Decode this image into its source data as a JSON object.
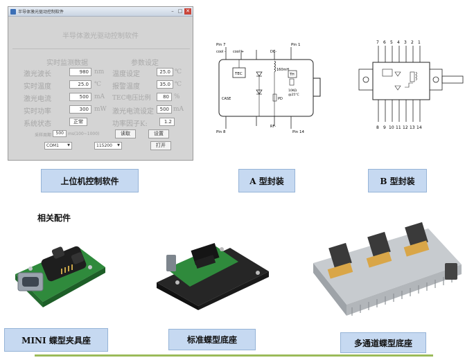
{
  "software": {
    "window_title": "半导体激光驱动控制软件",
    "heading": "半导体激光驱动控制软件",
    "monitor": {
      "title": "实时监测数据",
      "rows": [
        {
          "label": "激光波长",
          "value": "980",
          "unit": "nm"
        },
        {
          "label": "实时温度",
          "value": "25.0",
          "unit": "℃"
        },
        {
          "label": "激光电流",
          "value": "500",
          "unit": "mA"
        },
        {
          "label": "实时功率",
          "value": "300",
          "unit": "mW"
        },
        {
          "label": "系统状态",
          "value": "正常",
          "unit": ""
        }
      ],
      "cycle_label": "采样周期",
      "cycle_value": "500",
      "cycle_unit": "ms(100~1000)"
    },
    "params": {
      "title": "参数设定",
      "rows": [
        {
          "label": "温度设定",
          "value": "25.0",
          "unit": "℃"
        },
        {
          "label": "报警温度",
          "value": "35.0",
          "unit": "℃"
        },
        {
          "label": "TEC电压比例",
          "value": "80",
          "unit": "%"
        },
        {
          "label": "激光电流设定",
          "value": "500",
          "unit": "mA"
        },
        {
          "label": "功率因子K:",
          "value": "1.2",
          "unit": ""
        }
      ],
      "read_button": "读取",
      "set_button": "设置"
    },
    "port": {
      "value": "COM1"
    },
    "baud": {
      "value": "115200"
    },
    "open_button": "打开"
  },
  "diagram_a": {
    "pin7": "Pin 7",
    "pin1": "Pin 1",
    "pin8": "Pin 8",
    "pin14": "Pin 14",
    "cool_minus": "cool -",
    "cool_plus": "cool +",
    "dc_minus": "DC-",
    "tec": "TEC",
    "th": "TH",
    "inductor": "160mH",
    "thermistor_r": "10KΩ",
    "thermistor_t": "@25°C",
    "pd": "PD",
    "case": "CASE",
    "rf_minus": "RF-"
  },
  "diagram_b": {
    "top_pins": [
      "7",
      "6",
      "5",
      "4",
      "3",
      "2",
      "1"
    ],
    "bottom_pins": [
      "8",
      "9",
      "10",
      "11",
      "12",
      "13",
      "14"
    ]
  },
  "captions": {
    "software": "上位机控制软件",
    "package_a": "A 型封装",
    "package_b": "B 型封装",
    "accessories_heading": "相关配件",
    "mini_holder": "MINI 蝶型夹具座",
    "standard_base": "标准蝶型底座",
    "multi_base": "多通道蝶型底座"
  },
  "colors": {
    "caption_fill": "#c6d9f1",
    "caption_border": "#95b3d7",
    "rule_green": "#9bbb59",
    "pcb_green": "#2f8a3c",
    "window_gray": "#d4d4d4"
  }
}
